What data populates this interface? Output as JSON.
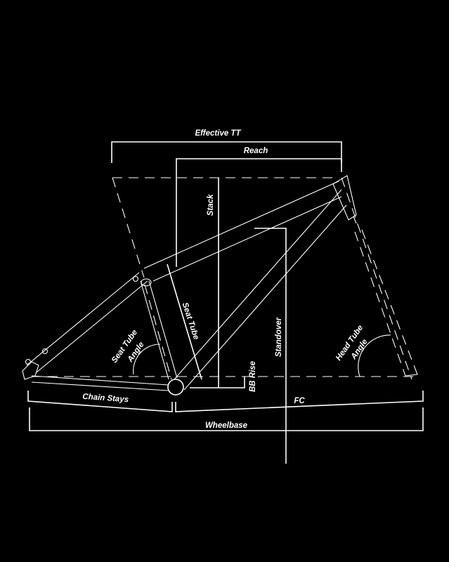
{
  "diagram": {
    "title": "Bike frame geometry diagram",
    "background": "#000000",
    "line_color": "#ffffff",
    "labels": {
      "effective_tt": "Effective TT",
      "reach": "Reach",
      "stack": "Stack",
      "seat_tube": "Seat Tube",
      "seat_tube_angle_1": "Seat Tube",
      "seat_tube_angle_2": "Angle",
      "head_tube_angle_1": "Head Tube",
      "head_tube_angle_2": "Angle",
      "standover": "Standover",
      "bb_rise": "BB Rise",
      "chain_stays": "Chain Stays",
      "fc": "FC",
      "wheelbase": "Wheelbase"
    }
  }
}
